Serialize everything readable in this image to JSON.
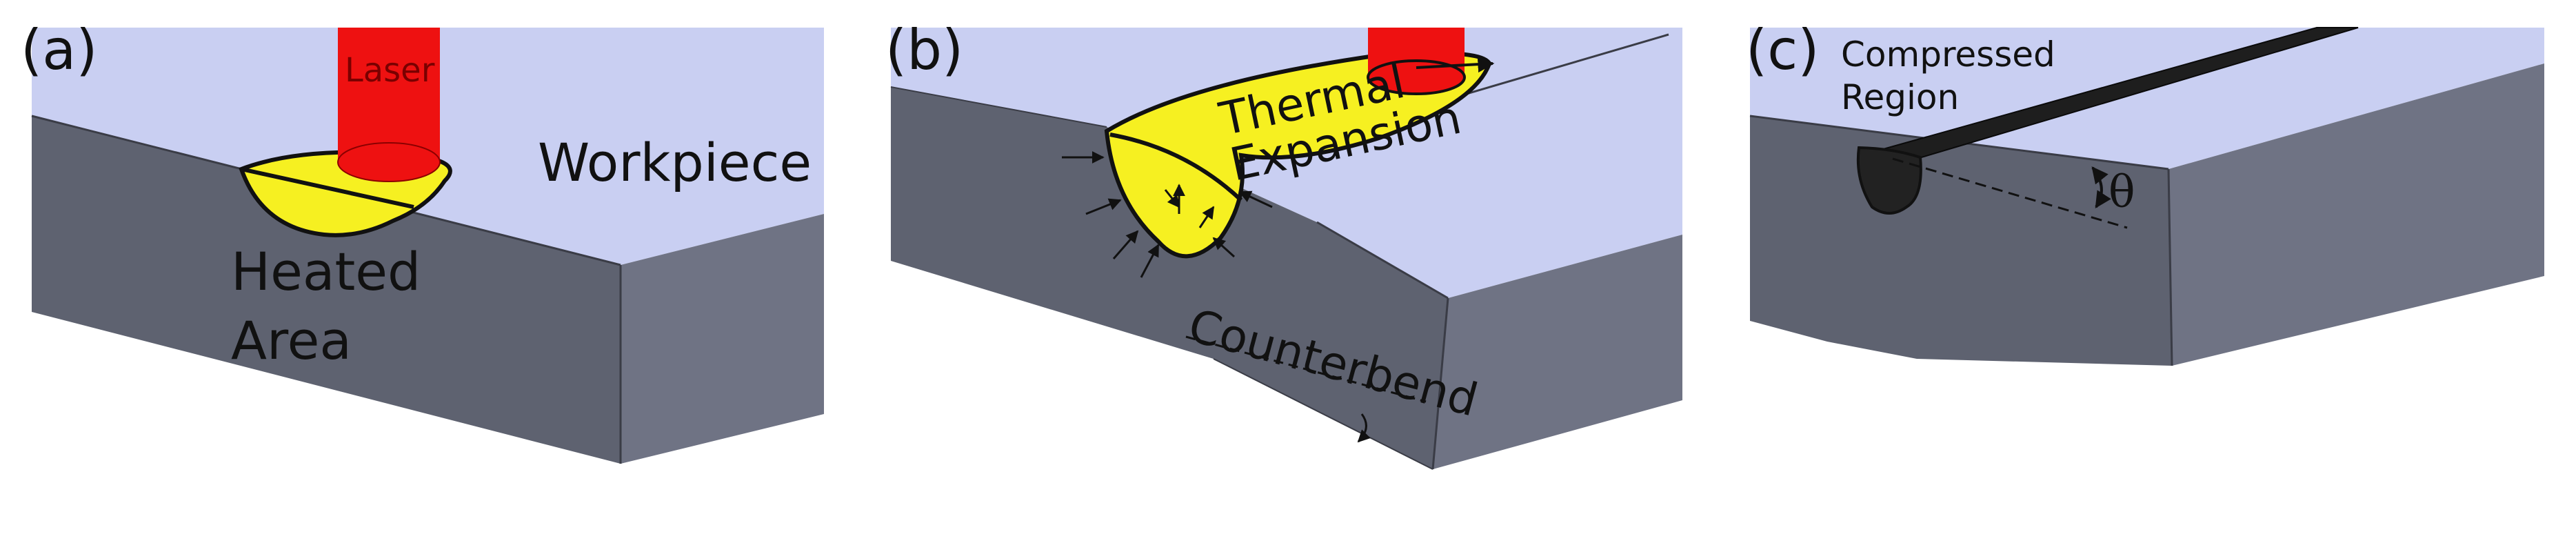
{
  "colors": {
    "workpiece_top": "#c9cff2",
    "workpiece_front": "#5e6270",
    "workpiece_side": "#6f7384",
    "heated_zone": "#f6f021",
    "laser": "#ee1111",
    "compressed_region": "#222222",
    "laser_track": "#1e1e1e"
  },
  "panels": [
    {
      "letter": "(a)",
      "laser_label": "Laser",
      "workpiece_label": "Workpiece",
      "heated_label_line1": "Heated",
      "heated_label_line2": "Area"
    },
    {
      "letter": "(b)",
      "thermal_label_line1": "Thermal",
      "thermal_label_line2": "Expansion",
      "counterbend_label": "Counterbend"
    },
    {
      "letter": "(c)",
      "compressed_label_line1": "Compressed",
      "compressed_label_line2": "Region",
      "angle_symbol": "θ"
    }
  ],
  "icons": {
    "compression_arrows": "arrow-icon",
    "angle_arrow": "curved-arrow-icon"
  }
}
